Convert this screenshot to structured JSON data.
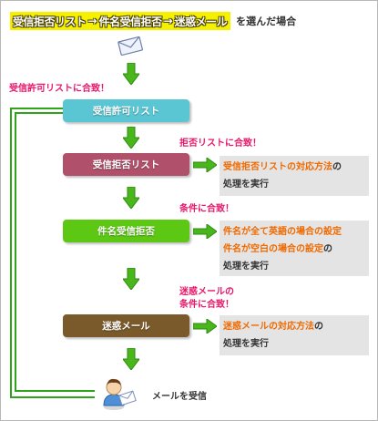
{
  "title": {
    "step1": "受信拒否リスト",
    "step2": "件名受信拒否",
    "step3": "迷惑メール",
    "arrow": "→",
    "suffix": "を選んだ場合"
  },
  "flow": {
    "start_match_note": "受信許可リストに合致！",
    "boxes": [
      {
        "label": "受信許可リスト",
        "color": "#5ac6d4"
      },
      {
        "label": "受信拒否リスト",
        "color": "#b0506a"
      },
      {
        "label": "件名受信拒否",
        "color": "#5cc814"
      },
      {
        "label": "迷惑メール",
        "color": "#7a5a2a"
      }
    ],
    "notes": [
      {
        "line1": "拒否リストに合致！",
        "line2": ""
      },
      {
        "line1": "条件に合致！",
        "line2": ""
      },
      {
        "line1": "迷惑メールの",
        "line2": "条件に合致！"
      }
    ],
    "results": [
      {
        "highlight1": "受信拒否リストの対応方法",
        "tail1": "の",
        "highlight2": "",
        "tail2": "",
        "plain": "処理を実行"
      },
      {
        "highlight1": "件名が全て英語の場合の設定",
        "tail1": "",
        "highlight2": "件名が空白の場合の設定",
        "tail2": "の",
        "plain": "処理を実行"
      },
      {
        "highlight1": "迷惑メールの対応方法",
        "tail1": "の",
        "highlight2": "",
        "tail2": "",
        "plain": "処理を実行"
      }
    ],
    "final_label": "メールを受信"
  },
  "colors": {
    "arrow_green": "#49b61c",
    "line_green": "#2fa31a",
    "note_red": "#e8176a",
    "highlight_orange": "#f06a00",
    "title_yellow": "#f4f000"
  },
  "icons": [
    "envelope-icon",
    "person-with-mail-icon",
    "down-arrow-icon",
    "right-arrow-icon"
  ]
}
